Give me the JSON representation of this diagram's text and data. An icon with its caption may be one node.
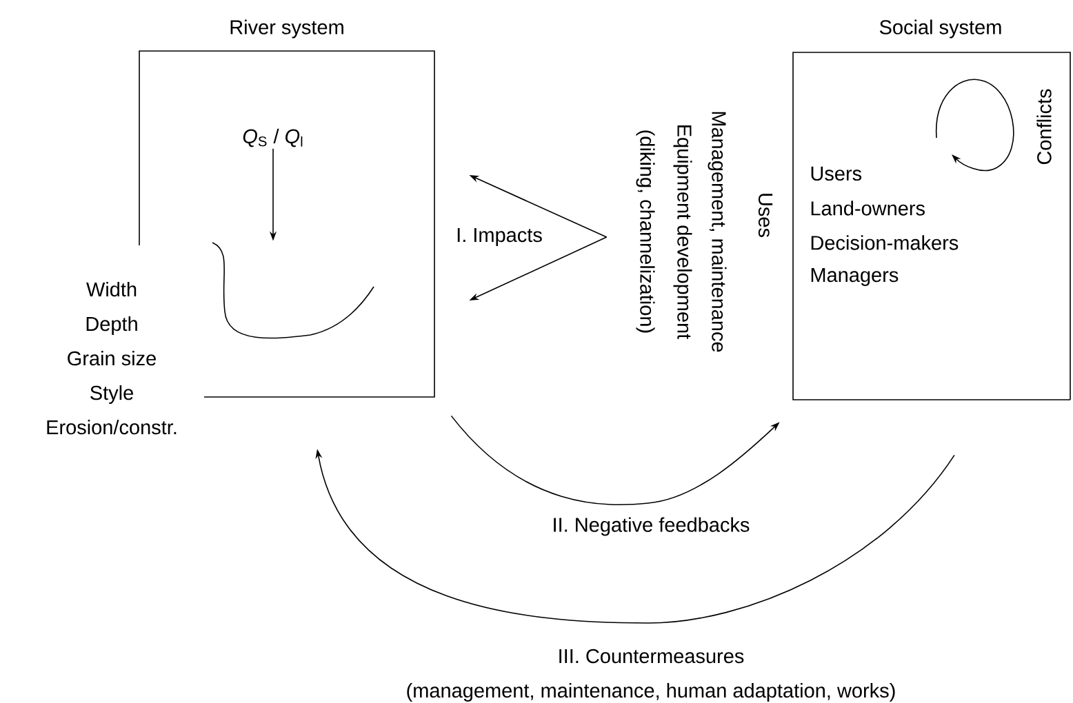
{
  "diagram": {
    "nodes": [
      {
        "text": [
          "River system"
        ]
      },
      {
        "text": [
          "Social system",
          "Users",
          "Land-owners",
          "Decision-makers",
          "Managers",
          "Conflicts"
        ]
      },
      {
        "text": [
          "Management, maintenance",
          "Equipment development",
          "(diking, channelization)"
        ]
      },
      {
        "text": [
          "*Q*$_{S}$ / *Q*$_{l}$"
        ],
        "in": 0
      },
      {
        "text": [],
        "shape": "picture",
        "in": 0
      }
    ],
    "edges": [
      {
        "from": 2,
        "to": 0,
        "arrow": "to",
        "label": "I. Impacts"
      },
      {
        "from": 2,
        "to": 0,
        "arrow": "to"
      },
      {
        "from": 3,
        "to": 4,
        "arrow": "to"
      },
      {
        "from": 0,
        "to": 1,
        "arrow": "to",
        "label": "II. Negative feedbacks"
      },
      {
        "from": 1,
        "to": 0,
        "arrow": "to",
        "label": "III. Countermeasures"
      }
    ],
    "labels": [
      "Width",
      "Depth",
      "Grain size",
      "Style",
      "Erosion/constr.",
      "Uses",
      "(management, maintenance, human adaptation, works)"
    ]
  }
}
